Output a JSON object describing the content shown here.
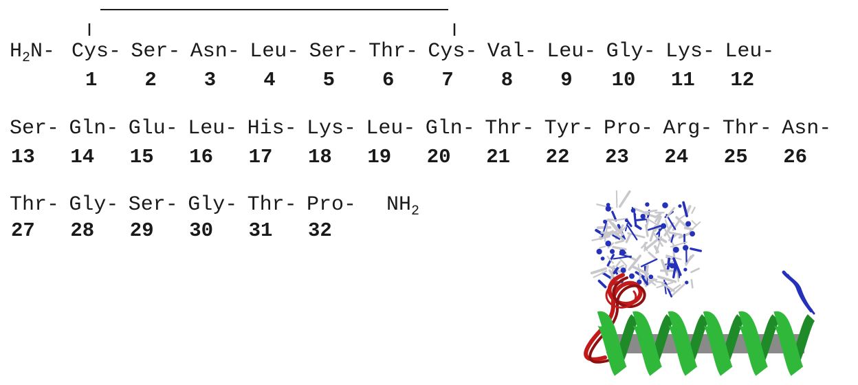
{
  "sequence": {
    "n_terminus": {
      "main": "H",
      "sub": "2",
      "tail": "N"
    },
    "c_terminus": {
      "main": "NH",
      "sub": "2"
    },
    "rows": [
      {
        "residues": [
          "Cys",
          "Ser",
          "Asn",
          "Leu",
          "Ser",
          "Thr",
          "Cys",
          "Val",
          "Leu",
          "Gly",
          "Lys",
          "Leu"
        ],
        "numbers": [
          "1",
          "2",
          "3",
          "4",
          "5",
          "6",
          "7",
          "8",
          "9",
          "10",
          "11",
          "12"
        ]
      },
      {
        "residues": [
          "Ser",
          "Gln",
          "Glu",
          "Leu",
          "His",
          "Lys",
          "Leu",
          "Gln",
          "Thr",
          "Tyr",
          "Pro",
          "Arg",
          "Thr",
          "Asn"
        ],
        "numbers": [
          "13",
          "14",
          "15",
          "16",
          "17",
          "18",
          "19",
          "20",
          "21",
          "22",
          "23",
          "24",
          "25",
          "26"
        ]
      },
      {
        "residues": [
          "Thr",
          "Gly",
          "Ser",
          "Gly",
          "Thr",
          "Pro"
        ],
        "numbers": [
          "27",
          "28",
          "29",
          "30",
          "31",
          "32"
        ]
      }
    ],
    "disulfide_bond": {
      "from": 1,
      "to": 7
    }
  },
  "structure": {
    "colors": {
      "helix": "#2fb83a",
      "helix_dark": "#1e8a28",
      "helix_inner": "#8a8a8a",
      "loop": "#c21a1a",
      "loop_dark": "#8f1010",
      "side_chain": "#c8c8cc",
      "nitrogen": "#2431b8"
    }
  }
}
